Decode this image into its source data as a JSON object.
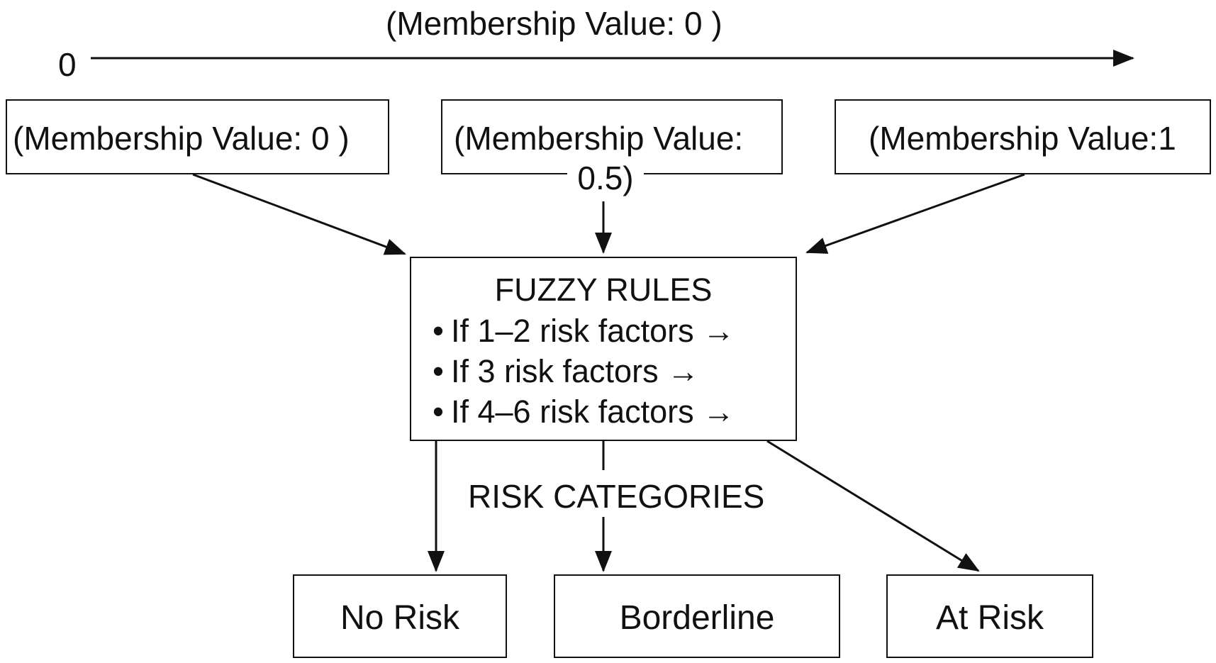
{
  "axis": {
    "start_label": "0",
    "top_label": "(Membership Value: 0 )"
  },
  "inputs": [
    {
      "label": "(Membership Value: 0 )"
    },
    {
      "label_line1": "(Membership Value:",
      "label_line2": "0.5)"
    },
    {
      "label": "(Membership Value:1"
    }
  ],
  "rules": {
    "title": "FUZZY RULES",
    "items": [
      {
        "bullet": "•",
        "text": "If 1–2 risk factors →"
      },
      {
        "bullet": "•",
        "text": "If 3 risk factors →"
      },
      {
        "bullet": "•",
        "text": "If 4–6 risk factors →"
      }
    ]
  },
  "risk_categories_label": "RISK CATEGORIES",
  "categories": [
    {
      "label": "No Risk"
    },
    {
      "label": "Borderline"
    },
    {
      "label": "At Risk"
    }
  ],
  "colors": {
    "stroke": "#111111",
    "background": "#ffffff"
  }
}
